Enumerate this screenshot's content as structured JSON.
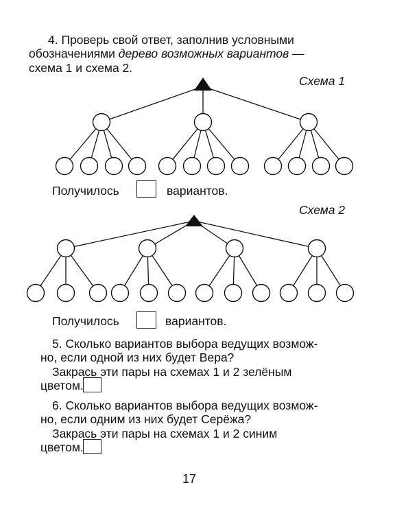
{
  "task4": {
    "line1": "4. Проверь свой ответ, заполнив условными",
    "line2_start": "обозначениями ",
    "line2_italic": "дерево возможных вариантов",
    "line2_end": " —",
    "line3": "схема 1 и схема 2."
  },
  "scheme1": {
    "label": "Схема 1",
    "result_prefix": "Получилось",
    "result_suffix": "вариантов."
  },
  "scheme2": {
    "label": "Схема 2",
    "result_prefix": "Получилось",
    "result_suffix": "вариантов."
  },
  "task5": {
    "line1": "5. Сколько вариантов выбора ведущих возмож-",
    "line2": "но, если одной из них будет Вера?",
    "line3": "Закрась эти пары на схемах 1 и 2 зелёным",
    "line4": "цветом."
  },
  "task6": {
    "line1": "6. Сколько вариантов выбора ведущих возмож-",
    "line2": "но, если одним из них будет Серёжа?",
    "line3": "Закрась эти пары на схемах 1 и 2 синим",
    "line4": "цветом."
  },
  "page_number": "17"
}
